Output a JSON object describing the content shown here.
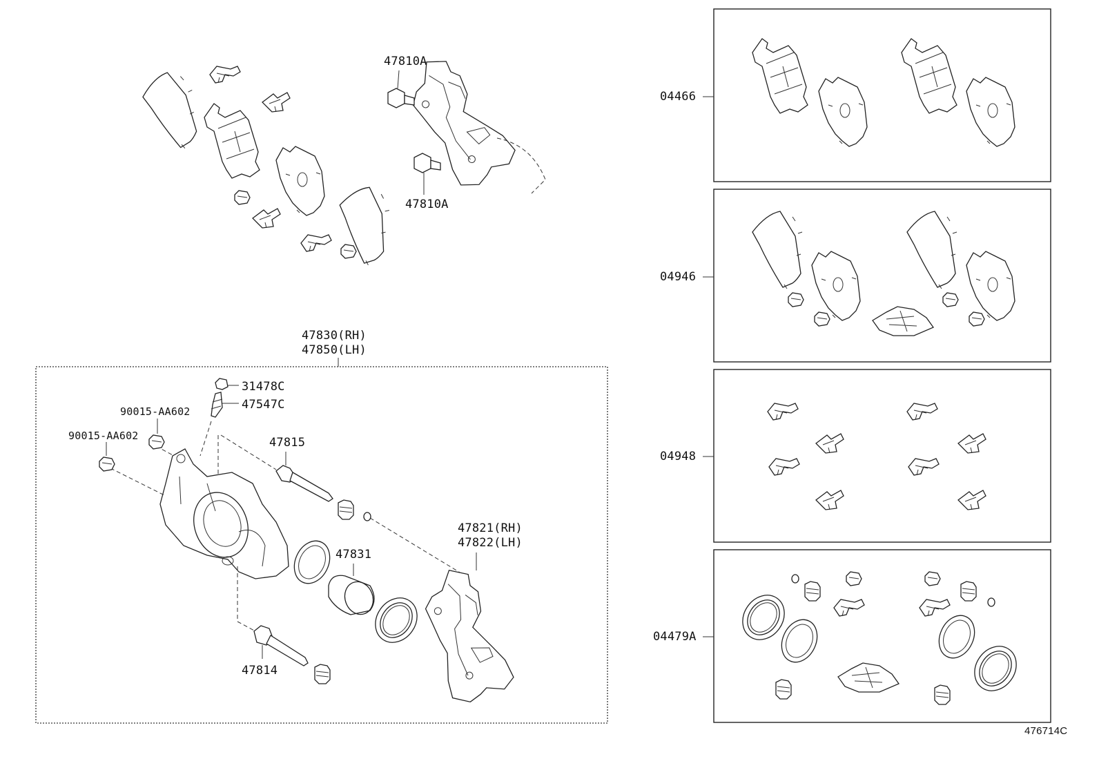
{
  "diagram": {
    "labels": {
      "bolt_top": "47810A",
      "bolt_bottom": "47810A",
      "caliper_rh": "47830(RH)",
      "caliper_lh": "47850(LH)",
      "cap": "31478C",
      "bleeder": "47547C",
      "bolt_a": "90015-AA602",
      "bolt_b": "90015-AA602",
      "pin_upper": "47815",
      "piston": "47831",
      "mount_rh": "47821(RH)",
      "mount_lh": "47822(LH)",
      "pin_lower": "47814",
      "kit_pads": "04466",
      "kit_shims": "04946",
      "kit_clips": "04948",
      "kit_seals": "04479A",
      "illustration_id": "476714C"
    }
  }
}
